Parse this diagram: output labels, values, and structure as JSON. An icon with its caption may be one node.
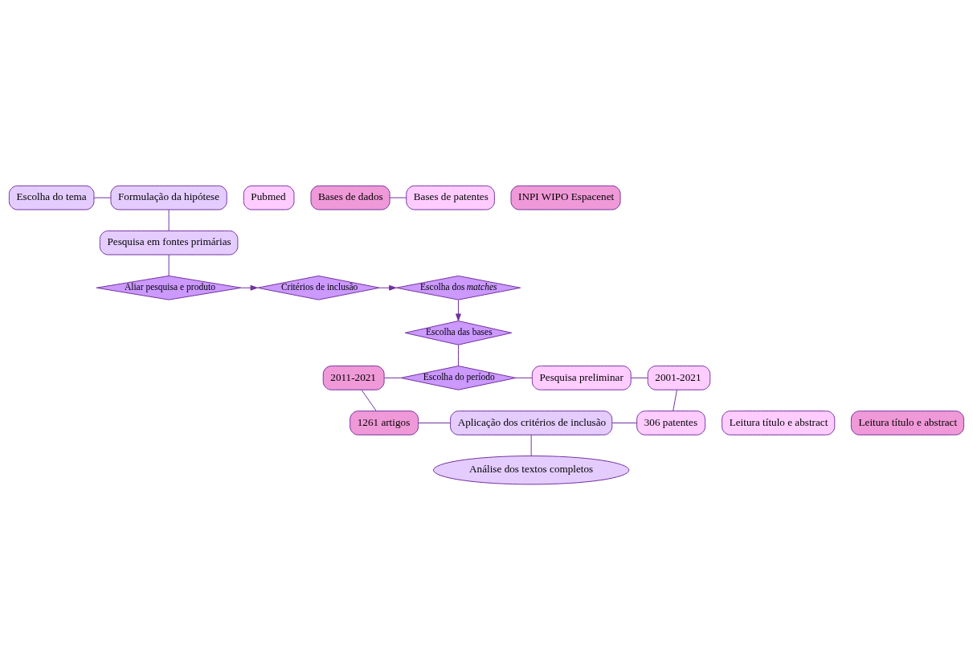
{
  "diagram": {
    "nodes": [
      {
        "text": [
          "Escolha do tema"
        ]
      },
      {
        "text": [
          "Formulação da hipótese"
        ]
      },
      {
        "text": [
          "Pesquisa em fontes primárias"
        ]
      },
      {
        "text": [
          "Critérios de inclusão"
        ]
      },
      {
        "text": [
          "Aliar pesquisa e produto"
        ]
      },
      {
        "text": [
          "Escolha dos *matches*"
        ]
      },
      {
        "text": [
          "Escolha das bases"
        ]
      },
      {
        "text": [
          "Pubmed"
        ]
      },
      {
        "text": [
          "Bases de dados"
        ]
      },
      {
        "text": [
          "Bases de patentes"
        ]
      },
      {
        "text": [
          "INPI WIPO Espacenet"
        ]
      },
      {
        "text": [
          "2011-2021"
        ]
      },
      {
        "text": [
          "Escolha do período"
        ]
      },
      {
        "text": [
          "Pesquisa preliminar"
        ]
      },
      {
        "text": [
          "2001-2021"
        ]
      },
      {
        "text": [
          "Leitura título e abstract"
        ]
      },
      {
        "text": [
          "1261 artigos"
        ]
      },
      {
        "text": [
          "Aplicação dos critérios de inclusão"
        ]
      },
      {
        "text": [
          "306 patentes"
        ]
      },
      {
        "text": [
          "Leitura título e abstract"
        ]
      },
      {
        "text": [
          "Análise dos textos completos"
        ]
      }
    ],
    "edges": [
      {
        "from": 0,
        "to": 1,
        "arrow": "none"
      },
      {
        "from": 1,
        "to": 2,
        "arrow": "none"
      },
      {
        "from": 2,
        "to": 4,
        "arrow": "none"
      },
      {
        "from": 4,
        "to": 3,
        "arrow": "to"
      },
      {
        "from": 3,
        "to": 5,
        "arrow": "to"
      },
      {
        "from": 5,
        "to": 6,
        "arrow": "to"
      },
      {
        "from": 6,
        "to": 12,
        "arrow": "none"
      },
      {
        "from": 8,
        "to": 9,
        "arrow": "none"
      },
      {
        "from": 11,
        "to": 12,
        "arrow": "none"
      },
      {
        "from": 12,
        "to": 13,
        "arrow": "none"
      },
      {
        "from": 13,
        "to": 14,
        "arrow": "none"
      },
      {
        "from": 11,
        "to": 16,
        "arrow": "none"
      },
      {
        "from": 14,
        "to": 18,
        "arrow": "none"
      },
      {
        "from": 16,
        "to": 17,
        "arrow": "none"
      },
      {
        "from": 17,
        "to": 18,
        "arrow": "none"
      },
      {
        "from": 17,
        "to": 20,
        "arrow": "none"
      }
    ]
  }
}
